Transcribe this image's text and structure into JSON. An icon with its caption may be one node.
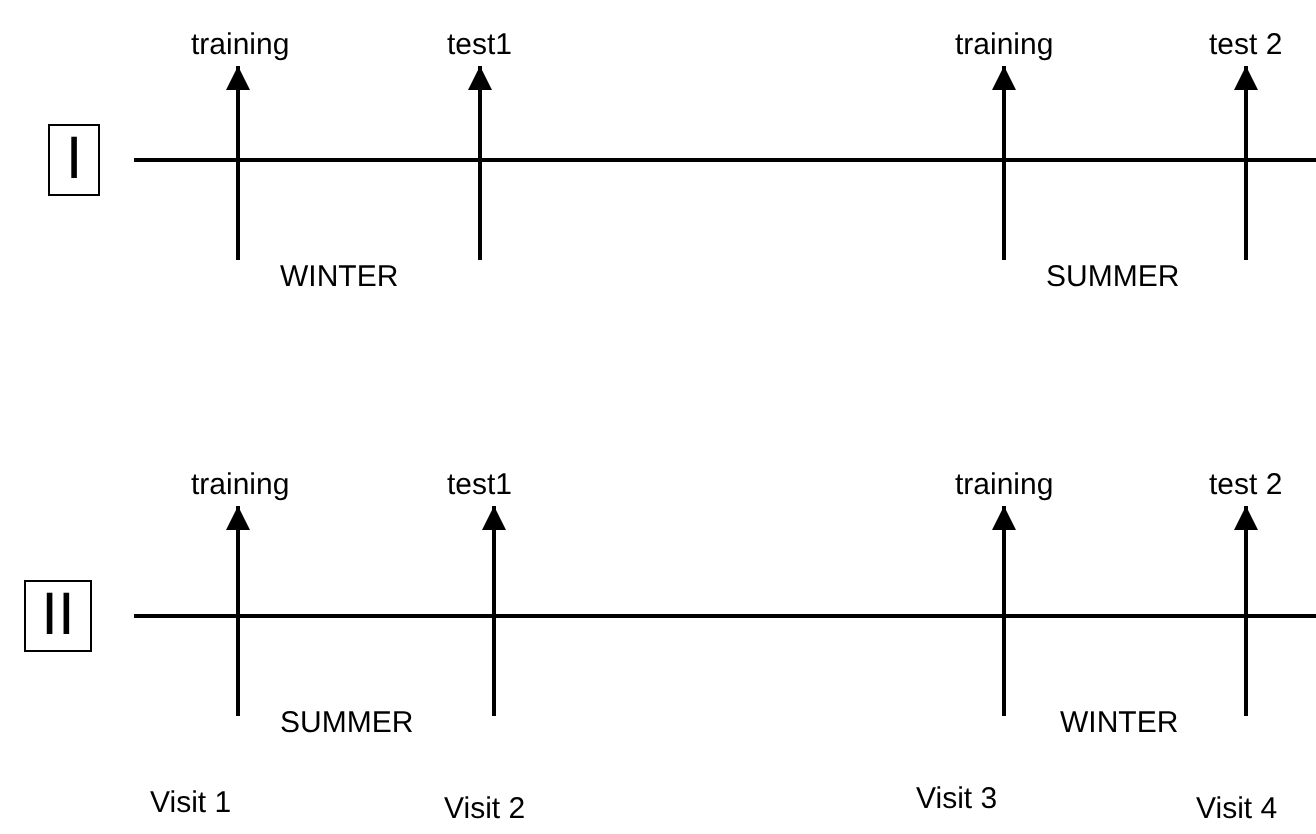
{
  "diagram": {
    "nodes": [
      {
        "text": [
          "I"
        ]
      },
      {
        "text": [
          "training"
        ]
      },
      {
        "text": [
          "test1"
        ]
      },
      {
        "text": [
          "training"
        ]
      },
      {
        "text": [
          "test 2"
        ]
      },
      {
        "text": [
          "II"
        ]
      },
      {
        "text": [
          "training"
        ]
      },
      {
        "text": [
          "test1"
        ]
      },
      {
        "text": [
          "training"
        ]
      },
      {
        "text": [
          "test 2"
        ]
      }
    ],
    "edges": [
      {
        "from": null,
        "to": 1,
        "arrow": "to"
      },
      {
        "from": null,
        "to": 2,
        "arrow": "to"
      },
      {
        "from": null,
        "to": 3,
        "arrow": "to"
      },
      {
        "from": null,
        "to": 4,
        "arrow": "to"
      },
      {
        "from": null,
        "to": 6,
        "arrow": "to"
      },
      {
        "from": null,
        "to": 7,
        "arrow": "to"
      },
      {
        "from": null,
        "to": 8,
        "arrow": "to"
      },
      {
        "from": null,
        "to": 9,
        "arrow": "to"
      }
    ],
    "labels": [
      "WINTER",
      "SUMMER",
      "SUMMER",
      "WINTER",
      "Visit 1",
      "Visit 2",
      "Visit 3",
      "Visit 4"
    ]
  }
}
